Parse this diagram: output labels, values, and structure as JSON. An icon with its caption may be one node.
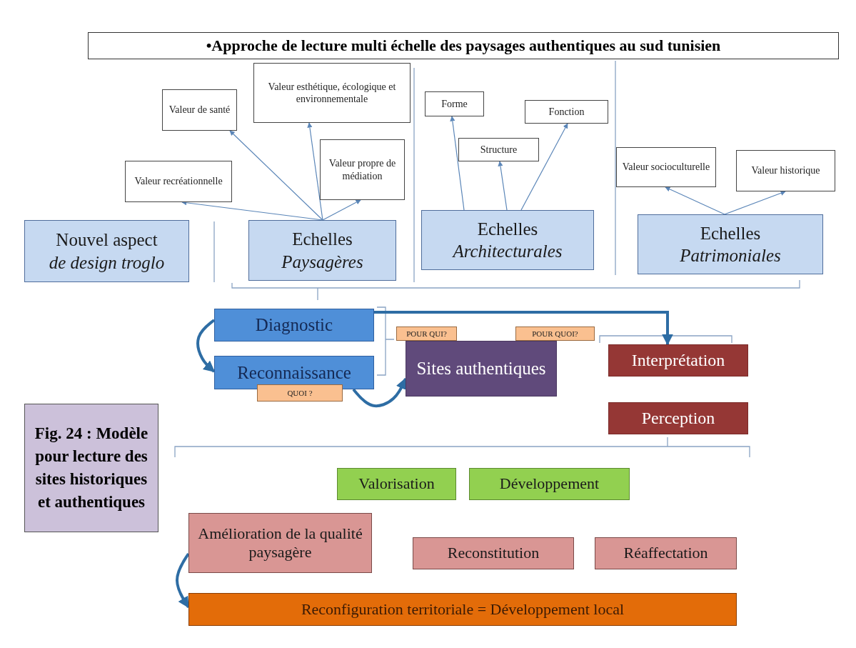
{
  "diagram": {
    "title": "•Approche de lecture multi échelle des paysages authentiques au sud tunisien",
    "caption": "Fig. 24 : Modèle pour lecture des sites historiques et authentiques",
    "nodes": [
      {
        "text": [
          "Valeur de santé"
        ]
      },
      {
        "text": [
          "Valeur esthétique, écologique et environnementale"
        ]
      },
      {
        "text": [
          "Valeur recréationnelle"
        ]
      },
      {
        "text": [
          "Valeur propre de médiation"
        ]
      },
      {
        "text": [
          "Forme"
        ]
      },
      {
        "text": [
          "Fonction"
        ]
      },
      {
        "text": [
          "Structure"
        ]
      },
      {
        "text": [
          "Valeur socioculturelle"
        ]
      },
      {
        "text": [
          "Valeur historique"
        ]
      },
      {
        "text": [
          "Nouvel aspect *de design troglo*"
        ]
      },
      {
        "text": [
          "Echelles *Paysagères*"
        ]
      },
      {
        "text": [
          "Echelles *Architecturales*"
        ]
      },
      {
        "text": [
          "Echelles *Patrimoniales*"
        ]
      },
      {
        "text": [
          "Diagnostic"
        ]
      },
      {
        "text": [
          "Reconnaissance"
        ]
      },
      {
        "text": [
          "QUOI ?"
        ]
      },
      {
        "text": [
          "POUR QUI?"
        ]
      },
      {
        "text": [
          "POUR QUOI?"
        ]
      },
      {
        "text": [
          "Sites authentiques"
        ]
      },
      {
        "text": [
          "Interprétation"
        ]
      },
      {
        "text": [
          "Perception"
        ]
      },
      {
        "text": [
          "Valorisation"
        ]
      },
      {
        "text": [
          "Développement"
        ]
      },
      {
        "text": [
          "Amélioration de la qualité paysagère"
        ]
      },
      {
        "text": [
          "Reconstitution"
        ]
      },
      {
        "text": [
          "Réaffectation"
        ]
      },
      {
        "text": [
          "Reconfiguration territoriale = Développement local"
        ]
      }
    ],
    "edges": [
      {
        "from": 10,
        "to": 0,
        "arrow": "to"
      },
      {
        "from": 10,
        "to": 1,
        "arrow": "to"
      },
      {
        "from": 10,
        "to": 2,
        "arrow": "to"
      },
      {
        "from": 10,
        "to": 3,
        "arrow": "to"
      },
      {
        "from": 11,
        "to": 4,
        "arrow": "to"
      },
      {
        "from": 11,
        "to": 6,
        "arrow": "to"
      },
      {
        "from": 11,
        "to": 5,
        "arrow": "to"
      },
      {
        "from": 12,
        "to": 7,
        "arrow": "to"
      },
      {
        "from": 12,
        "to": 8,
        "arrow": "to"
      },
      {
        "from": 13,
        "to": 14,
        "arrow": "to",
        "style": "thick"
      },
      {
        "from": 14,
        "to": 18,
        "arrow": "to",
        "style": "thick"
      },
      {
        "from": 13,
        "to": 19,
        "arrow": "to",
        "style": "thick"
      },
      {
        "from": 23,
        "to": 26,
        "arrow": "to",
        "style": "thick"
      }
    ]
  }
}
